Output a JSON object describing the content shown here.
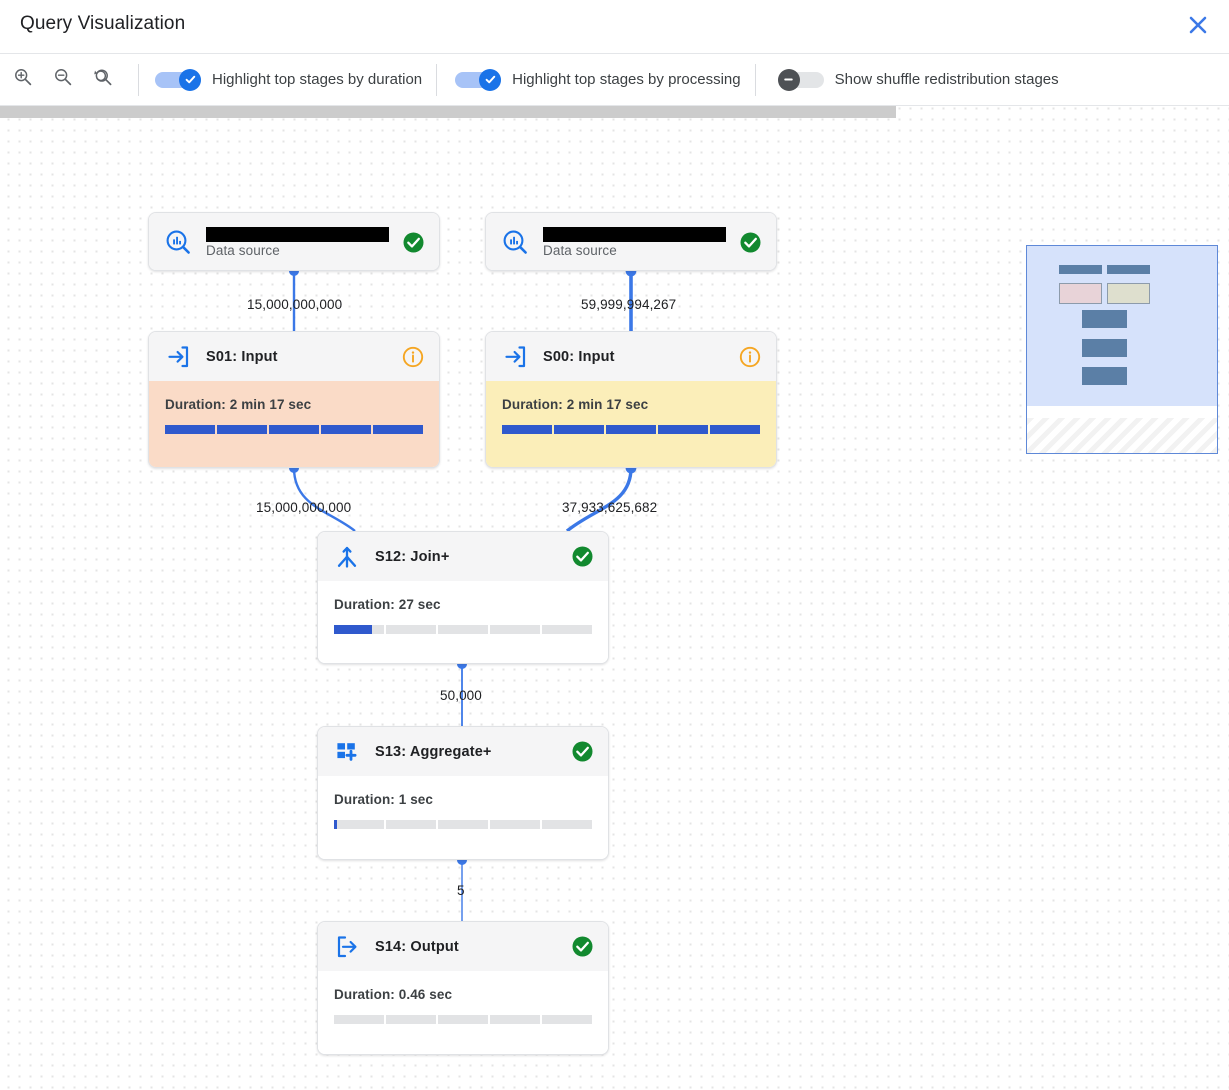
{
  "header": {
    "title": "Query Visualization",
    "close_icon": "close-icon"
  },
  "toolbar": {
    "zoom_in_icon": "zoom-in-icon",
    "zoom_out_icon": "zoom-out-icon",
    "zoom_reset_icon": "zoom-reset-icon",
    "toggles": [
      {
        "label": "Highlight top stages by duration",
        "state": "on"
      },
      {
        "label": "Highlight top stages by processing",
        "state": "on"
      },
      {
        "label": "Show shuffle redistribution stages",
        "state": "off"
      }
    ]
  },
  "colors": {
    "accent_blue": "#1a73e8",
    "bar_blue": "#2f59cd",
    "status_green": "#12892f",
    "info_orange": "#f5a623",
    "highlight_peach": "#fadbc7",
    "highlight_yellow": "#fbeeb9",
    "node_head": "#f5f5f6",
    "edge_blue": "#3b78e7"
  },
  "graph": {
    "nodes": [
      {
        "id": "ds-left",
        "kind": "data-source",
        "name_redacted": true,
        "subtitle": "Data source",
        "icon": "bigquery-datasource-icon",
        "status": "check"
      },
      {
        "id": "ds-right",
        "kind": "data-source",
        "name_redacted": true,
        "subtitle": "Data source",
        "icon": "bigquery-datasource-icon",
        "status": "check"
      },
      {
        "id": "s01",
        "kind": "stage",
        "title": "S01: Input",
        "icon": "input-arrow-icon",
        "status": "info",
        "duration": "Duration: 2 min 17 sec",
        "highlight": "peach",
        "progress_segments": [
          100,
          100,
          100,
          100,
          100
        ]
      },
      {
        "id": "s00",
        "kind": "stage",
        "title": "S00: Input",
        "icon": "input-arrow-icon",
        "status": "info",
        "duration": "Duration: 2 min 17 sec",
        "highlight": "yellow",
        "progress_segments": [
          100,
          100,
          100,
          100,
          100
        ]
      },
      {
        "id": "s12",
        "kind": "stage",
        "title": "S12: Join+",
        "icon": "join-icon",
        "status": "check",
        "duration": "Duration: 27 sec",
        "highlight": "none",
        "progress_segments": [
          75,
          0,
          0,
          0,
          0
        ]
      },
      {
        "id": "s13",
        "kind": "stage",
        "title": "S13: Aggregate+",
        "icon": "aggregate-icon",
        "status": "check",
        "duration": "Duration: 1 sec",
        "highlight": "none",
        "progress_segments": [
          6,
          0,
          0,
          0,
          0
        ]
      },
      {
        "id": "s14",
        "kind": "stage",
        "title": "S14: Output",
        "icon": "output-arrow-icon",
        "status": "check",
        "duration": "Duration: 0.46 sec",
        "highlight": "none",
        "progress_segments": [
          0,
          0,
          0,
          0,
          0
        ]
      }
    ],
    "edges": [
      {
        "from": "ds-left",
        "to": "s01",
        "label": "15,000,000,000"
      },
      {
        "from": "ds-right",
        "to": "s00",
        "label": "59,999,994,267"
      },
      {
        "from": "s01",
        "to": "s12",
        "label": "15,000,000,000"
      },
      {
        "from": "s00",
        "to": "s12",
        "label": "37,933,625,682"
      },
      {
        "from": "s12",
        "to": "s13",
        "label": "50,000"
      },
      {
        "from": "s13",
        "to": "s14",
        "label": "5"
      }
    ]
  },
  "minimap": {
    "name": "graph-minimap"
  }
}
